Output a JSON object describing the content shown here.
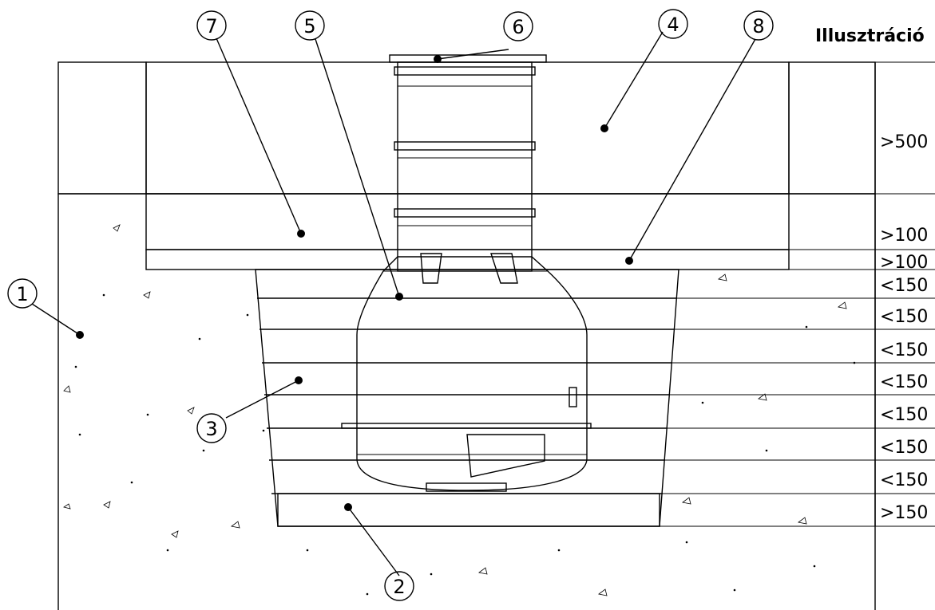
{
  "title": "Illusztráció",
  "callouts": [
    {
      "id": "1",
      "label": "1"
    },
    {
      "id": "2",
      "label": "2"
    },
    {
      "id": "3",
      "label": "3"
    },
    {
      "id": "4",
      "label": "4"
    },
    {
      "id": "5",
      "label": "5"
    },
    {
      "id": "6",
      "label": "6"
    },
    {
      "id": "7",
      "label": "7"
    },
    {
      "id": "8",
      "label": "8"
    }
  ],
  "dimensions": [
    ">500",
    ">100",
    ">100",
    "<150",
    "<150",
    "<150",
    "<150",
    "<150",
    "<150",
    "<150",
    ">150"
  ],
  "colors": {
    "line": "#000000",
    "background": "#ffffff"
  }
}
